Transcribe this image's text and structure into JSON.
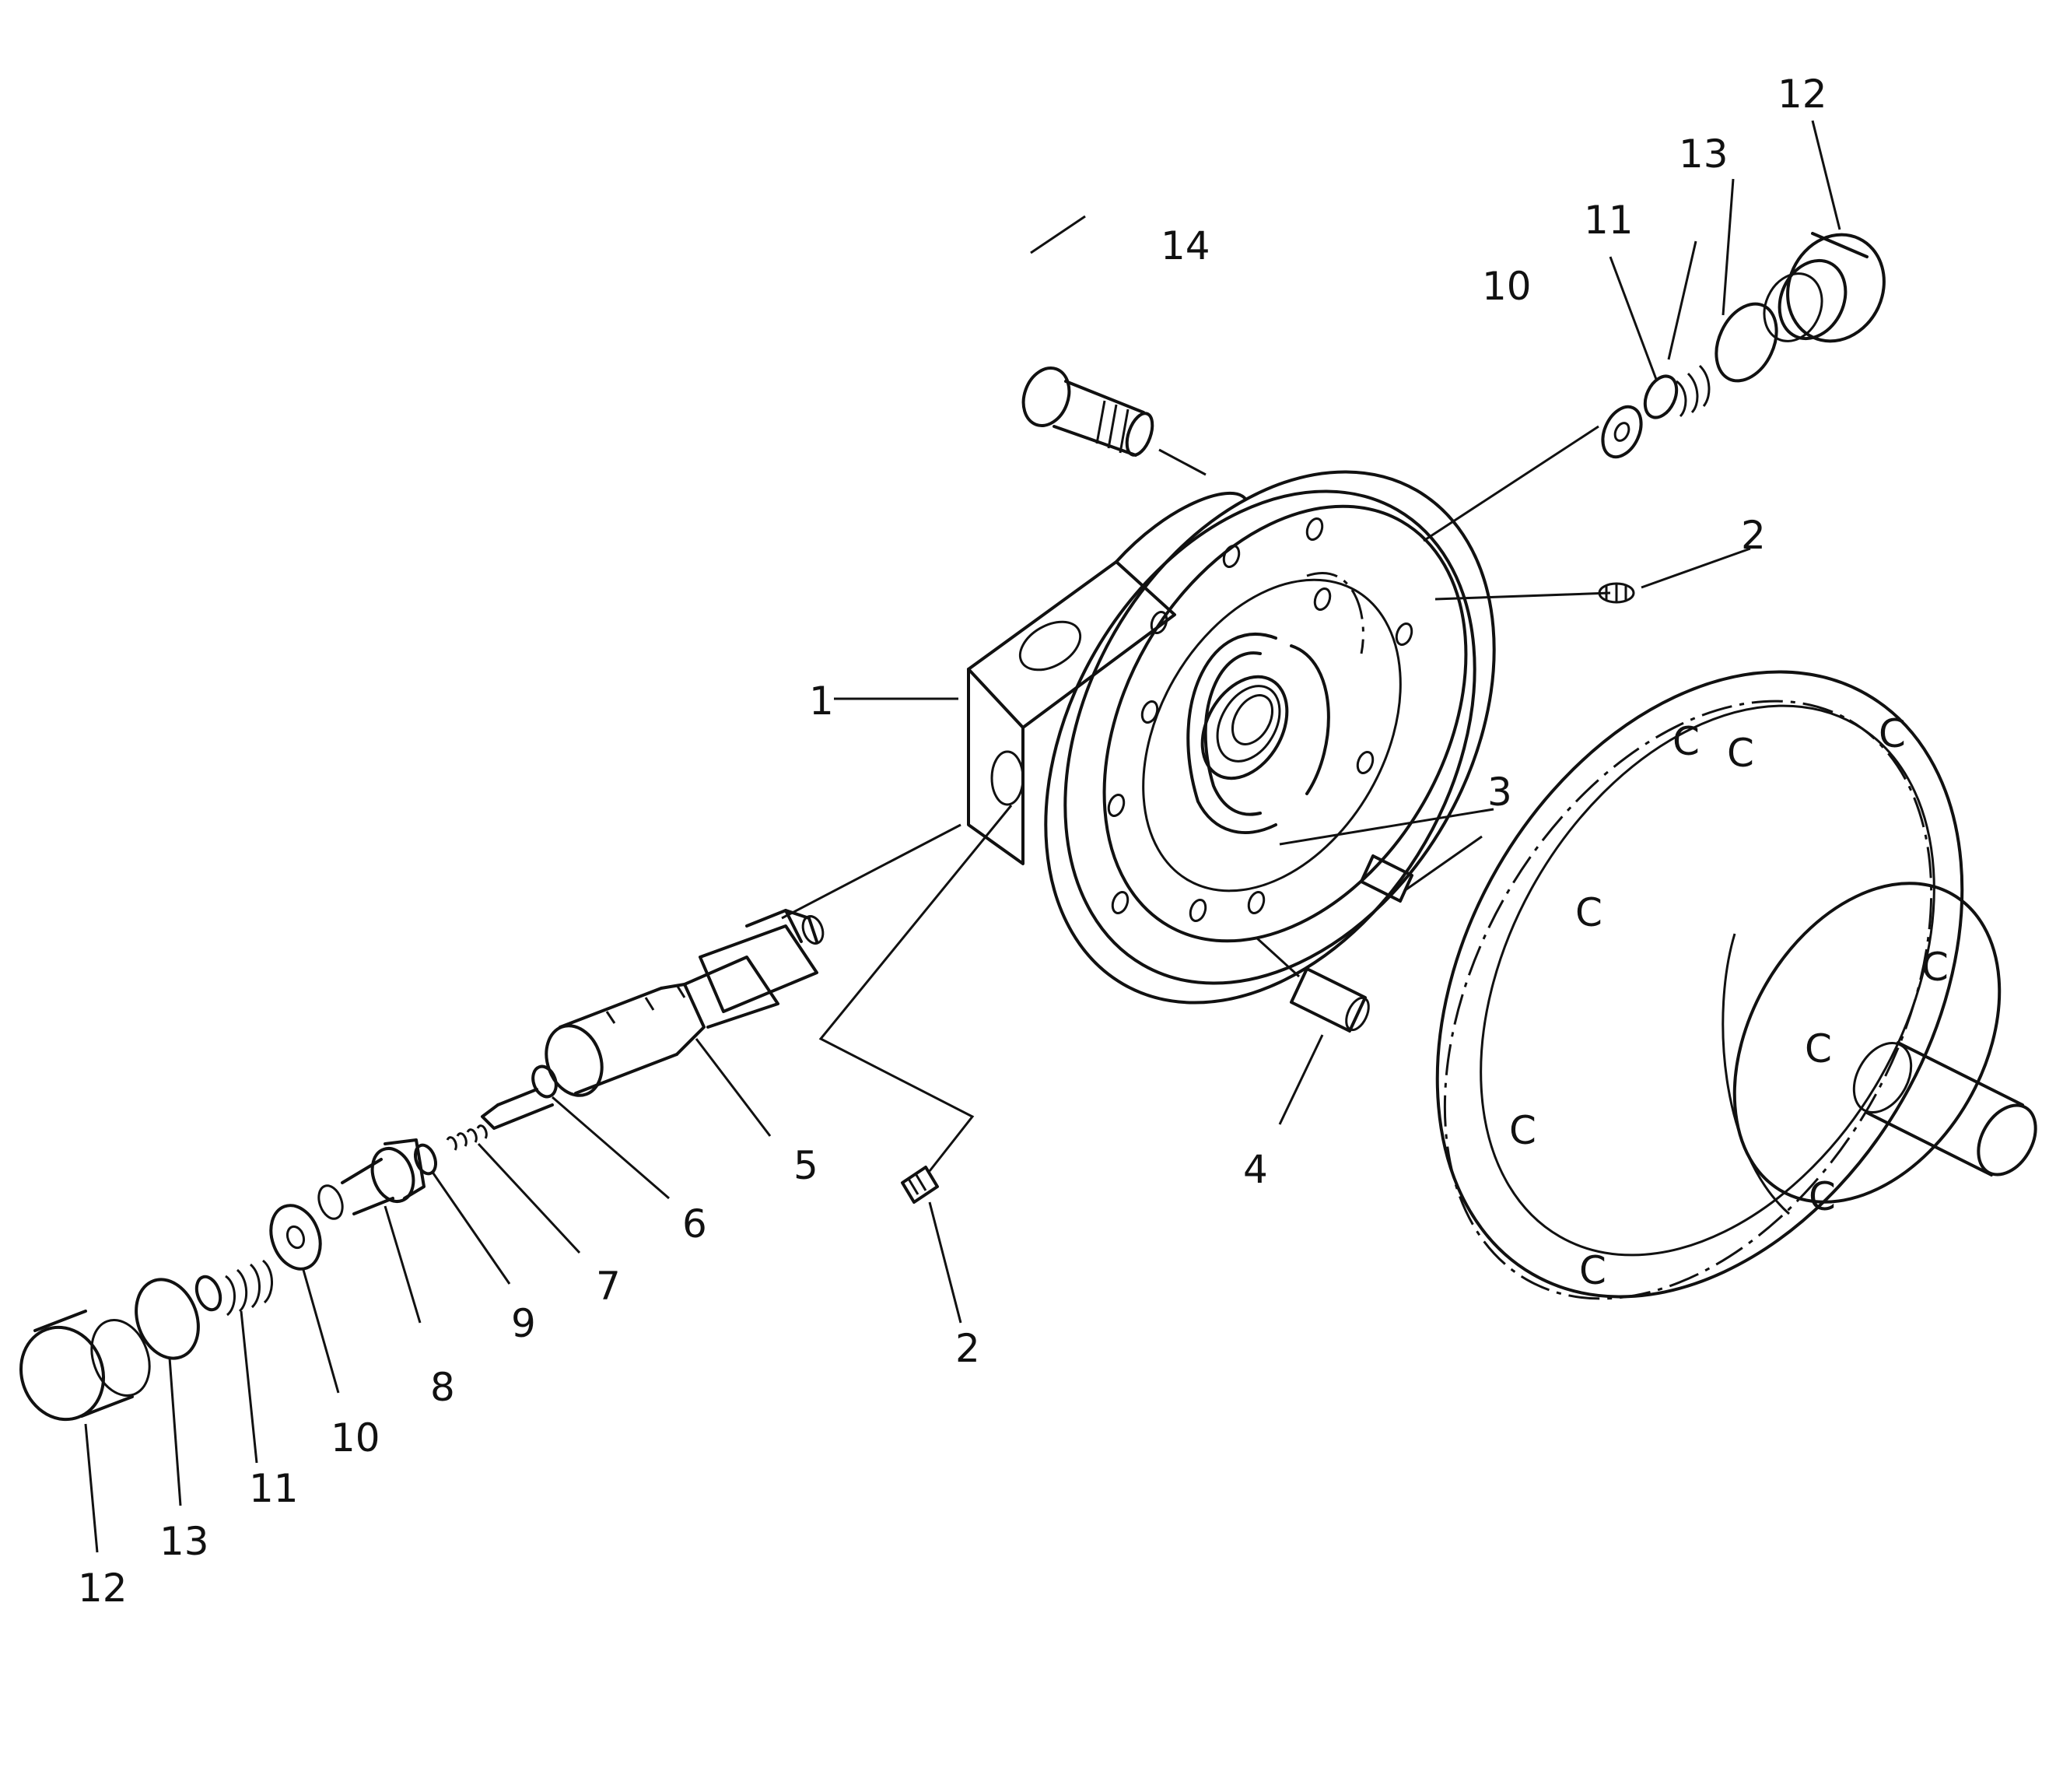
{
  "callouts": {
    "c1": "1",
    "c2a": "2",
    "c2b": "2",
    "c3": "3",
    "c4": "4",
    "c5": "5",
    "c6": "6",
    "c7": "7",
    "c8": "8",
    "c9": "9",
    "c10a": "10",
    "c10b": "10",
    "c11a": "11",
    "c11b": "11",
    "c12a": "12",
    "c12b": "12",
    "c13a": "13",
    "c13b": "13",
    "c14": "14"
  }
}
